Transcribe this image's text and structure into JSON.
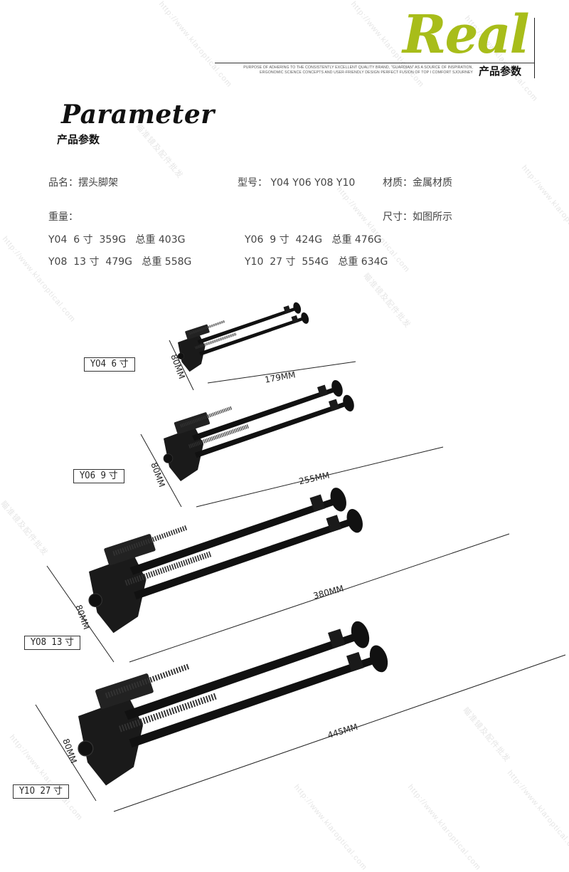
{
  "header": {
    "brand_word": "Real",
    "tagline_line1": "PURPOSE OF ADHERING TO THE CONSISTENTLY EXCELLENT QUALITY BRAND, \"GUARDIAN\" AS A SOURCE OF INSPIRATION,",
    "tagline_line2": "ERGONOMIC SCIENCE CONCEPTS AND USER-FRIENDLY DESIGN PERFECT FUSION OF TOP I COMFORT SJOURNEY",
    "section_cn": "产品参数",
    "accent_color": "#a8bd1a"
  },
  "section": {
    "title": "Parameter",
    "subtitle_cn": "产品参数"
  },
  "specs": {
    "product_name": "品名：摆头脚架",
    "models": "型号： Y04 Y06 Y08 Y10",
    "material": "材质：金属材质",
    "weight_label": "重量：",
    "size": "尺寸：如图所示",
    "weights": [
      "Y04  6 寸  359G   总重 403G",
      "Y06  9 寸  424G   总重 476G",
      "Y08  13 寸  479G   总重 558G",
      "Y10  27 寸  554G   总重 634G"
    ]
  },
  "products": [
    {
      "label": "Y04  6 寸",
      "height": "80MM",
      "length": "179MM"
    },
    {
      "label": "Y06  9 寸",
      "height": "80MM",
      "length": "255MM"
    },
    {
      "label": "Y08  13 寸",
      "height": "80MM",
      "length": "380MM"
    },
    {
      "label": "Y10  27 寸",
      "height": "80MM",
      "length": "445MM"
    }
  ],
  "watermark": {
    "url_text": "http://www.klaroptical.com",
    "cn_text": "瞄准镜及配件批发"
  }
}
